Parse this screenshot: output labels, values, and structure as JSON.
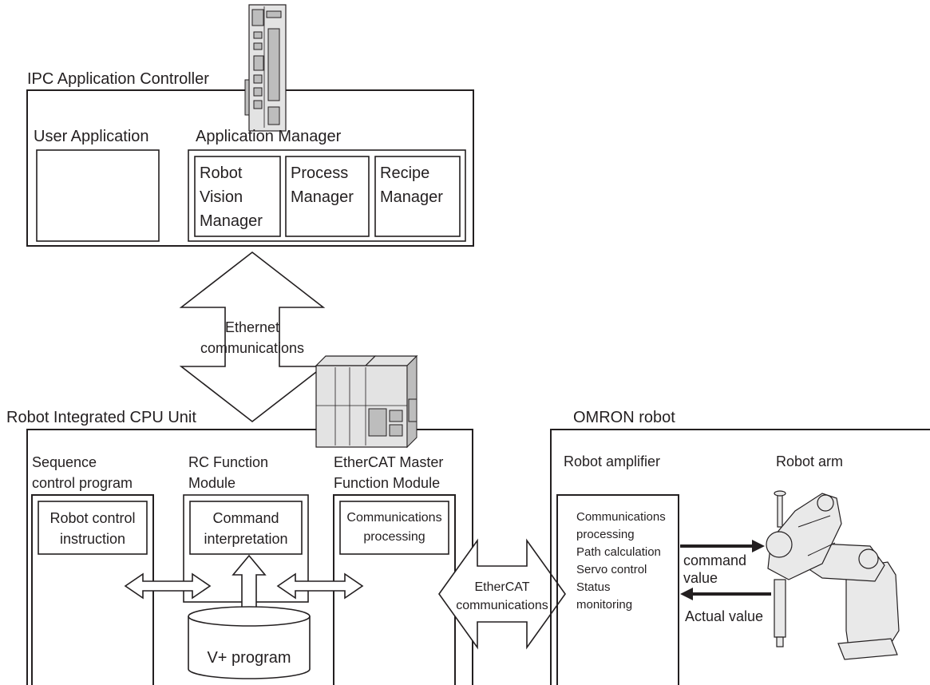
{
  "ipc": {
    "title": "IPC Application Controller",
    "user_application": "User Application",
    "application_manager": "Application Manager",
    "robot_vision_manager": [
      "Robot",
      "Vision",
      "Manager"
    ],
    "process_manager": [
      "Process",
      "Manager"
    ],
    "recipe_manager": [
      "Recipe",
      "Manager"
    ]
  },
  "ethernet": {
    "label": [
      "Ethernet",
      "communications"
    ]
  },
  "cpu_unit": {
    "title": "Robot Integrated CPU Unit",
    "sequence_program": [
      "Sequence",
      "control program"
    ],
    "robot_control_instruction": [
      "Robot control",
      "instruction"
    ],
    "rc_module": [
      "RC Function",
      "Module"
    ],
    "command_interpretation": [
      "Command",
      "interpretation"
    ],
    "ethercat_master": [
      "EtherCAT Master",
      "Function Module"
    ],
    "communications_processing": [
      "Communications",
      "processing"
    ],
    "vplus_program": "V+ program"
  },
  "ethercat": {
    "label": [
      "EtherCAT",
      "communications"
    ]
  },
  "omron_robot": {
    "title": "OMRON robot",
    "amplifier_title": "Robot amplifier",
    "arm_title": "Robot arm",
    "amplifier_functions": [
      "Communications",
      "processing",
      "Path calculation",
      "Servo control",
      "Status",
      "monitoring"
    ],
    "command_value": [
      "command",
      "value"
    ],
    "actual_value": "Actual value"
  }
}
